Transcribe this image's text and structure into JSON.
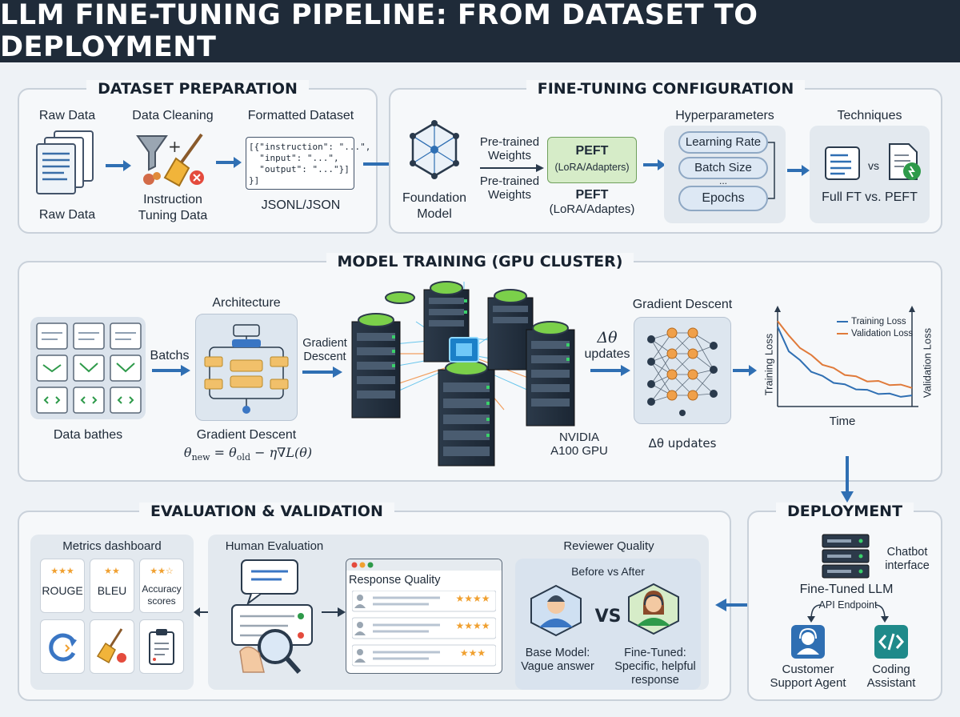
{
  "header": {
    "title": "LLM FINE-TUNING PIPELINE: FROM DATASET TO DEPLOYMENT"
  },
  "dataset": {
    "title": "DATASET PREPARATION",
    "raw_top": "Raw Data",
    "raw_bottom": "Raw Data",
    "cleaning": "Data Cleaning",
    "instruction_1": "Instruction",
    "instruction_2": "Tuning Data",
    "formatted": "Formatted Dataset",
    "code_1": "[{\"instruction\": \"...\",",
    "code_2": "  \"input\": \"...\",",
    "code_3": "  \"output\": \"...\"}]",
    "code_4": "}]",
    "format": "JSONL/JSON"
  },
  "config": {
    "title": "FINE-TUNING CONFIGURATION",
    "foundation_1": "Foundation",
    "foundation_2": "Model",
    "pretrained_a1": "Pre-trained",
    "pretrained_a2": "Weights",
    "pretrained_b1": "Pre-trained",
    "pretrained_b2": "Weights",
    "peft_box_title": "PEFT",
    "peft_box_sub": "(LoRA/Adapters)",
    "peft_title": "PEFT",
    "peft_sub": "(LoRA/Adaptes)",
    "hyper_title": "Hyperparameters",
    "hyper_items": [
      "Learning Rate",
      "Batch Size",
      "Epochs"
    ],
    "hyper_dots": "...",
    "tech_title": "Techniques",
    "tech_vs": "vs",
    "tech_label": "Full FT vs. PEFT"
  },
  "training": {
    "title": "MODEL TRAINING (GPU CLUSTER)",
    "batches": "Batchs",
    "data_batches": "Data bathes",
    "arch_title": "Architecture",
    "grad_left": "Gradient Descent",
    "formula_theta_new": "θ",
    "formula_new": "new",
    "formula_eq": " = θ",
    "formula_old": "old",
    "formula_rest": " − η∇L(θ)",
    "grad_mid_1": "Gradient",
    "grad_mid_2": "Descent",
    "gpu_1": "NVIDIA",
    "gpu_2": "A100 GPU",
    "delta_1": "Δθ",
    "delta_2": "updates",
    "grad_right": "Gradient Descent",
    "delta_bottom": "Δθ updates",
    "legend_train": "Training Loss",
    "legend_val": "Validation Loss",
    "ylabel_left": "Training Loss",
    "ylabel_right": "Validation Loss",
    "xlabel": "Time"
  },
  "evaluation": {
    "title": "EVALUATION & VALIDATION",
    "metrics_title": "Metrics dashboard",
    "metric_rouge": "ROUGE",
    "metric_bleu": "BLEU",
    "metric_acc_1": "Accuracy",
    "metric_acc_2": "scores",
    "stars_rouge": "★★★",
    "stars_bleu": "★★",
    "stars_acc": "★★☆",
    "human_title": "Human Evaluation",
    "response_title": "Response Quality",
    "response_stars": [
      "★★★★",
      "★★★★",
      "★★★"
    ],
    "reviewer_title": "Reviewer Quality",
    "before_after": "Before vs After",
    "vs": "VS",
    "base_1": "Base Model:",
    "base_2": "Vague answer",
    "fine_1": "Fine-Tuned:",
    "fine_2": "Specific, helpful",
    "fine_3": "response"
  },
  "deployment": {
    "title": "DEPLOYMENT",
    "chatbot_1": "Chatbot",
    "chatbot_2": "interface",
    "llm": "Fine-Tuned LLM",
    "api": "API Endpoint",
    "support_1": "Customer",
    "support_2": "Support Agent",
    "coding_1": "Coding",
    "coding_2": "Assistant"
  },
  "chart_data": {
    "type": "line",
    "title": "",
    "xlabel": "Time",
    "ylabel": "Training Loss",
    "ylabel_right": "Validation Loss",
    "legend_position": "top-right",
    "x": [
      0,
      1,
      2,
      3,
      4,
      5,
      6,
      7,
      8,
      9,
      10,
      11,
      12
    ],
    "series": [
      {
        "name": "Training Loss",
        "color": "#2f6fb3",
        "values": [
          0.86,
          0.62,
          0.5,
          0.4,
          0.33,
          0.28,
          0.24,
          0.21,
          0.18,
          0.16,
          0.14,
          0.13,
          0.12
        ]
      },
      {
        "name": "Validation Loss",
        "color": "#e07a3a",
        "values": [
          0.92,
          0.74,
          0.63,
          0.53,
          0.45,
          0.39,
          0.34,
          0.3,
          0.27,
          0.25,
          0.23,
          0.21,
          0.2
        ]
      }
    ],
    "ylim": [
      0,
      1
    ],
    "grid": false
  },
  "colors": {
    "accent": "#2f6fb3",
    "header": "#1f2b39",
    "peft": "#d6ecc8",
    "orange": "#f0a030",
    "green": "#2e9a4a"
  }
}
